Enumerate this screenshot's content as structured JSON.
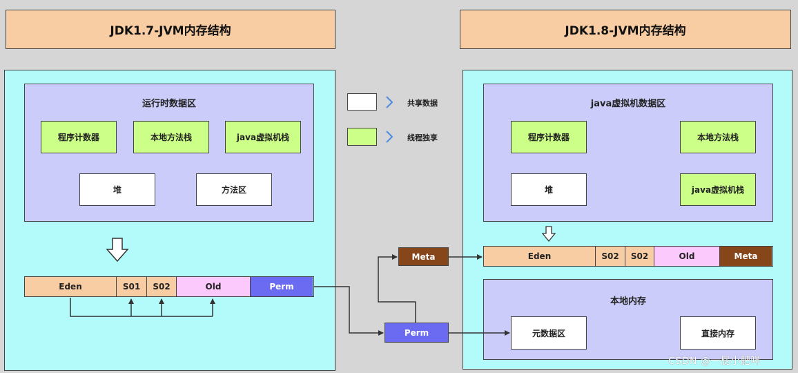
{
  "left": {
    "title": "JDK1.7-JVM内存结构",
    "runtime_area": {
      "title": "运行时数据区",
      "pc_register": "程序计数器",
      "native_stack": "本地方法栈",
      "java_stack": "java虚拟机栈",
      "heap": "堆",
      "method_area": "方法区"
    },
    "heap_bar": [
      "Eden",
      "S01",
      "S02",
      "Old",
      "Perm"
    ]
  },
  "right": {
    "title": "JDK1.8-JVM内存结构",
    "jvm_area": {
      "title": "java虚拟机数据区",
      "pc_register": "程序计数器",
      "native_stack": "本地方法栈",
      "heap": "堆",
      "java_stack": "java虚拟机栈"
    },
    "heap_bar": [
      "Eden",
      "S02",
      "S02",
      "Old",
      "Meta"
    ],
    "native_memory": {
      "title": "本地内存",
      "metaspace": "元数据区",
      "direct_memory": "直接内存"
    }
  },
  "legend": {
    "shared": "共享数据",
    "thread_private": "线程独享"
  },
  "middle": {
    "meta": "Meta",
    "perm": "Perm"
  },
  "watermark": "CSDN @一屁小肥咩",
  "colors": {
    "background": "#d6d6d6",
    "title_fill": "#f8cda4",
    "panel_fill": "#b3fbfb",
    "area_fill": "#cbccfa",
    "thread_private_fill": "#ccff88",
    "shared_fill": "#ffffff",
    "eden_fill": "#f8cda4",
    "old_fill": "#fbc9fb",
    "perm_fill": "#6a6bf0",
    "meta_fill": "#86461a",
    "arrow_blue": "#4a8ae0"
  }
}
